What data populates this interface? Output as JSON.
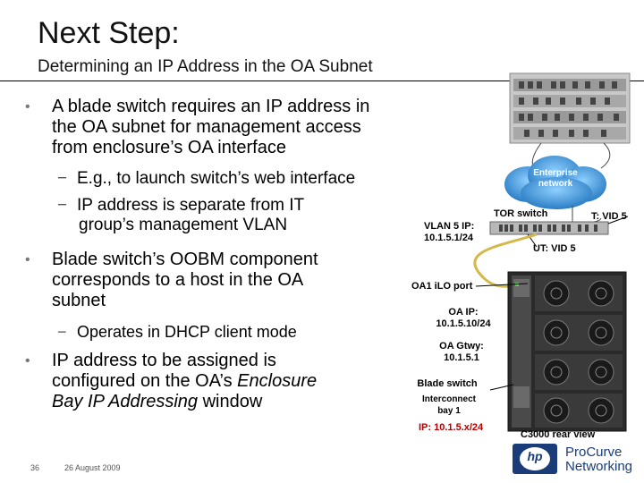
{
  "slide": {
    "title": "Next Step:",
    "subtitle": "Determining an IP Address in the OA Subnet",
    "bullets": [
      {
        "lines": [
          "A blade switch requires an IP address in",
          "the OA subnet for management access",
          "from enclosure’s OA interface"
        ],
        "subs": [
          {
            "lines": [
              "E.g., to launch switch’s web interface"
            ]
          },
          {
            "lines": [
              "IP address is separate from IT",
              "group’s management VLAN"
            ]
          }
        ]
      },
      {
        "lines": [
          "Blade switch’s OOBM component",
          "corresponds to a host in the OA",
          "subnet"
        ],
        "subs": [
          {
            "lines": [
              "Operates in DHCP client mode"
            ]
          }
        ]
      },
      {
        "line1": "IP address to be assigned is",
        "line2_prefix": "configured on the OA’s ",
        "line2_em": "Enclosure",
        "line3_em": "Bay IP Addressing",
        "line3_suffix": " window"
      }
    ],
    "footer": {
      "page": "36",
      "date": "26 August 2009"
    }
  },
  "diagram": {
    "cloud_label_1": "Enterprise",
    "cloud_label_2": "network",
    "tor_switch": "TOR switch",
    "tagged": "T: VID 5",
    "untagged": "UT: VID 5",
    "vlan_1": "VLAN 5 IP:",
    "vlan_2": "10.1.5.1/24",
    "oa_ilo": "OA1 iLO port",
    "oa_ip_1": "OA IP:",
    "oa_ip_2": "10.1.5.10/24",
    "oa_gw_1": "OA Gtwy:",
    "oa_gw_2": "10.1.5.1",
    "blade_switch": "Blade switch",
    "interconnect_1": "Interconnect",
    "interconnect_2": "bay 1",
    "blade_ip": "IP: 10.1.5.x/24",
    "enclosure_caption": "C3000 rear view",
    "logo_text_1": "ProCurve",
    "logo_text_2": "Networking",
    "logo_mark": "hp",
    "colors": {
      "cable": "#d4b84a",
      "red_label": "#b00000",
      "cloud": "#3a8fd0",
      "logo_blue": "#1a3d7a"
    }
  }
}
